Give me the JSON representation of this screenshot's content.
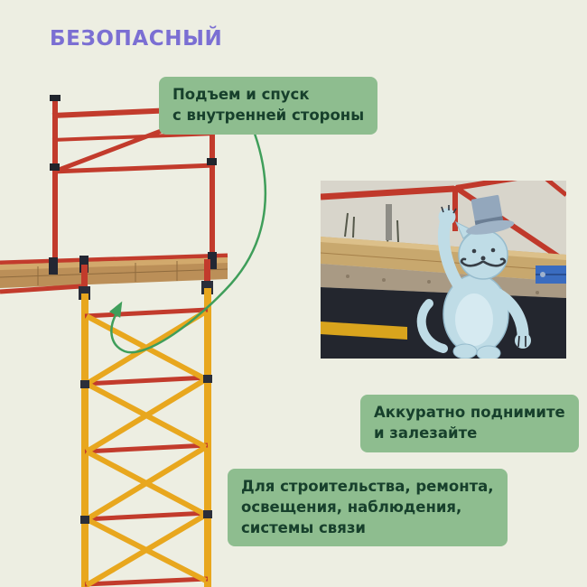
{
  "title": "БЕЗОПАСНЫЙ",
  "callouts": {
    "climb": {
      "line1": "Подъем и спуск",
      "line2": "с внутренней стороны"
    },
    "lift": {
      "line1": "Аккуратно поднимите",
      "line2": "и залезайте"
    },
    "usage": {
      "line1": "Для строительства, ремонта,",
      "line2": "освещения, наблюдения,",
      "line3": "системы связи"
    }
  },
  "graphics": {
    "scaffold": "scaffold-tower-illustration",
    "photo": "platform-closeup-photo",
    "mascot": "cat-in-top-hat-mascot",
    "arrow": "curved-arrow-icon"
  },
  "colors": {
    "background": "#edeee2",
    "title_purple": "#7b6fd3",
    "badge_green": "#8ebd8f",
    "badge_text": "#17402c",
    "arrow_green": "#3f9e5a",
    "scaffold_red": "#c23b2c",
    "scaffold_yellow": "#e8a71e",
    "wood_tan": "#bb8f58"
  }
}
